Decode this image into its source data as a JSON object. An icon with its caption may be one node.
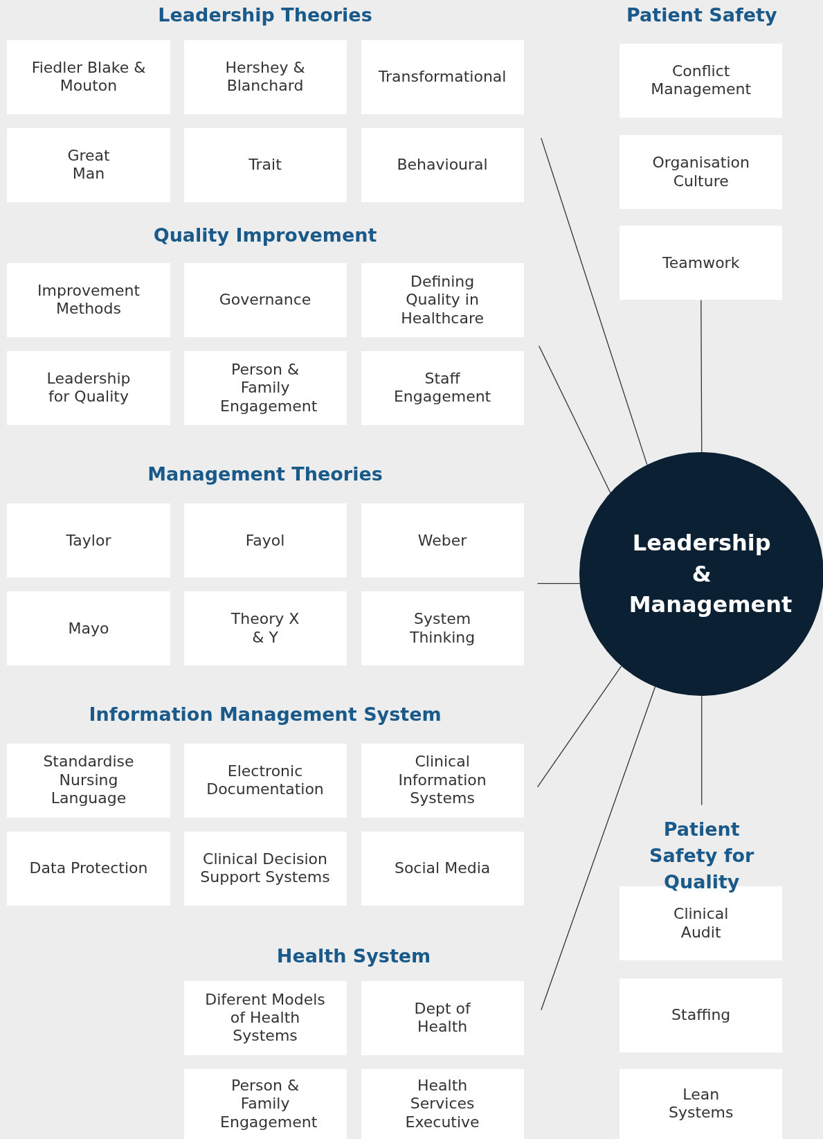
{
  "diagram": {
    "nodes": [
      {
        "text": [
          "Fiedler Blake & Mouton"
        ]
      },
      {
        "text": [
          "Hershey & Blanchard"
        ]
      },
      {
        "text": [
          "Transformational"
        ]
      },
      {
        "text": [
          "Great Man"
        ]
      },
      {
        "text": [
          "Trait"
        ]
      },
      {
        "text": [
          "Behavioural"
        ]
      },
      {
        "text": [
          "Improvement Methods"
        ]
      },
      {
        "text": [
          "Governance"
        ]
      },
      {
        "text": [
          "Defining Quality in Healthcare"
        ]
      },
      {
        "text": [
          "Leadership for Quality"
        ]
      },
      {
        "text": [
          "Person & Family Engagement"
        ]
      },
      {
        "text": [
          "Staff Engagement"
        ]
      },
      {
        "text": [
          "Taylor"
        ]
      },
      {
        "text": [
          "Fayol"
        ]
      },
      {
        "text": [
          "Weber"
        ]
      },
      {
        "text": [
          "Mayo"
        ]
      },
      {
        "text": [
          "Theory X & Y"
        ]
      },
      {
        "text": [
          "System Thinking"
        ]
      },
      {
        "text": [
          "Standardise Nursing Language"
        ]
      },
      {
        "text": [
          "Electronic Documentation"
        ]
      },
      {
        "text": [
          "Clinical Information Systems"
        ]
      },
      {
        "text": [
          "Data Protection"
        ]
      },
      {
        "text": [
          "Clinical Decision Support Systems"
        ]
      },
      {
        "text": [
          "Social Media"
        ]
      },
      {
        "text": [
          "Diferent Models of Health Systems"
        ]
      },
      {
        "text": [
          "Dept of Health"
        ]
      },
      {
        "text": [
          "Person & Family Engagement"
        ]
      },
      {
        "text": [
          "Health Services Executive"
        ]
      },
      {
        "text": [
          "Conflict Management"
        ]
      },
      {
        "text": [
          "Organisation Culture"
        ]
      },
      {
        "text": [
          "Teamwork"
        ]
      },
      {
        "text": [
          "Clinical Audit"
        ]
      },
      {
        "text": [
          "Staffing"
        ]
      },
      {
        "text": [
          "Lean Systems"
        ]
      },
      {
        "text": [
          "Leadership & Management"
        ]
      }
    ],
    "edges": [
      {
        "from": 34,
        "to": null,
        "arrow": "none"
      },
      {
        "from": 34,
        "to": null,
        "arrow": "none"
      },
      {
        "from": 34,
        "to": null,
        "arrow": "none"
      },
      {
        "from": 34,
        "to": null,
        "arrow": "none"
      },
      {
        "from": 34,
        "to": null,
        "arrow": "none"
      },
      {
        "from": 34,
        "to": 30,
        "arrow": "none"
      },
      {
        "from": 34,
        "to": null,
        "arrow": "none"
      }
    ],
    "labels": [
      "Leadership Theories",
      "Patient Safety",
      "Quality Improvement",
      "Management Theories",
      "Information Management System",
      "Health System",
      "Patient Safety for Quality"
    ]
  }
}
